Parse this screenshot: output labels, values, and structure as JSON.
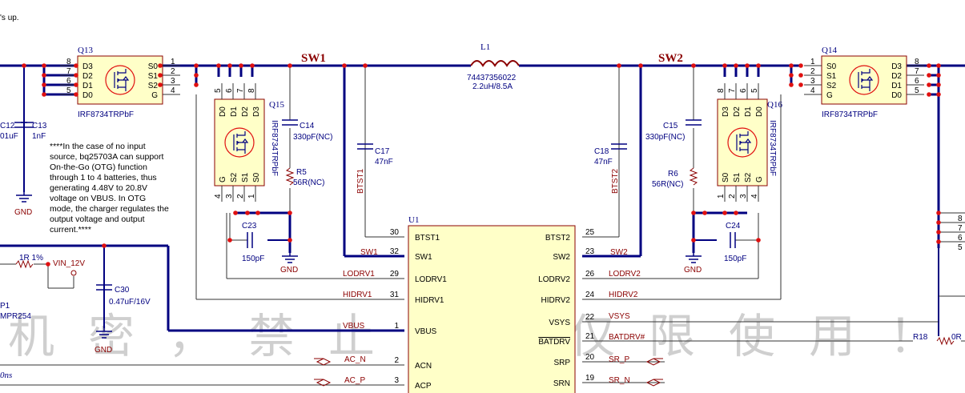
{
  "header_fragment": "'s up.",
  "colors": {
    "wire": "#000080",
    "pin_line": "#333333",
    "junction": "#e01010",
    "net_label": "#8b0000",
    "component_text": "#000080",
    "ic_fill": "#ffffc8",
    "ic_border": "#8b0000",
    "mosfet_fill": "#ffffc8",
    "watermark": "#cfcfcf"
  },
  "nets": {
    "sw1": "SW1",
    "sw2": "SW2",
    "btst1": "BTST1",
    "btst2": "BTST2",
    "lodrv1": "LODRV1",
    "hidrv1": "HIDRV1",
    "lodrv2": "LODRV2",
    "hidrv2": "HIDRV2",
    "vbus": "VBUS",
    "vsys": "VSYS",
    "batdrv": "BATDRV#",
    "ac_n": "AC_N",
    "ac_p": "AC_P",
    "sr_p": "SR_P",
    "sr_n": "SR_N",
    "vin": "VIN_12V",
    "sw1_small": "SW1",
    "sw2_small": "SW2"
  },
  "inductor": {
    "ref": "L1",
    "part": "74437356022",
    "value": "2.2uH/8.5A"
  },
  "ic": {
    "ref": "U1",
    "left_pins": [
      {
        "num": "30",
        "name": "BTST1"
      },
      {
        "num": "32",
        "name": "SW1"
      },
      {
        "num": "29",
        "name": "LODRV1"
      },
      {
        "num": "31",
        "name": "HIDRV1"
      },
      {
        "num": "1",
        "name": "VBUS"
      },
      {
        "num": "2",
        "name": "ACN"
      },
      {
        "num": "3",
        "name": "ACP"
      }
    ],
    "right_pins": [
      {
        "num": "25",
        "name": "BTST2"
      },
      {
        "num": "23",
        "name": "SW2"
      },
      {
        "num": "26",
        "name": "LODRV2"
      },
      {
        "num": "24",
        "name": "HIDRV2"
      },
      {
        "num": "22",
        "name": "VSYS"
      },
      {
        "num": "21",
        "name": "BATDRV"
      },
      {
        "num": "20",
        "name": "SRP"
      },
      {
        "num": "19",
        "name": "SRN"
      }
    ]
  },
  "mosfets": {
    "q13": {
      "ref": "Q13",
      "part": "IRF8734TRPbF",
      "left_pins": [
        {
          "num": "8",
          "name": "D3"
        },
        {
          "num": "7",
          "name": "D2"
        },
        {
          "num": "6",
          "name": "D1"
        },
        {
          "num": "5",
          "name": "D0"
        }
      ],
      "right_pins": [
        {
          "num": "1",
          "name": "S0"
        },
        {
          "num": "2",
          "name": "S1"
        },
        {
          "num": "3",
          "name": "S2"
        },
        {
          "num": "4",
          "name": "G"
        }
      ]
    },
    "q14": {
      "ref": "Q14",
      "part": "IRF8734TRPbF",
      "left_pins": [
        {
          "num": "1",
          "name": "S0"
        },
        {
          "num": "2",
          "name": "S1"
        },
        {
          "num": "3",
          "name": "S2"
        },
        {
          "num": "4",
          "name": "G"
        }
      ],
      "right_pins": [
        {
          "num": "8",
          "name": "D3"
        },
        {
          "num": "7",
          "name": "D2"
        },
        {
          "num": "6",
          "name": "D1"
        },
        {
          "num": "5",
          "name": "D0"
        }
      ]
    },
    "q15": {
      "ref": "Q15",
      "part": "IRF8734TRPbF",
      "top_pins": [
        {
          "num": "5",
          "name": "D0"
        },
        {
          "num": "6",
          "name": "D1"
        },
        {
          "num": "7",
          "name": "D2"
        },
        {
          "num": "8",
          "name": "D3"
        }
      ],
      "bottom_pins": [
        {
          "num": "4",
          "name": "G"
        },
        {
          "num": "3",
          "name": "S2"
        },
        {
          "num": "2",
          "name": "S1"
        },
        {
          "num": "1",
          "name": "S0"
        }
      ]
    },
    "q16": {
      "ref": "Q16",
      "part": "IRF8734TRPbF",
      "top_pins": [
        {
          "num": "8",
          "name": "D3"
        },
        {
          "num": "7",
          "name": "D2"
        },
        {
          "num": "6",
          "name": "D1"
        },
        {
          "num": "5",
          "name": "D0"
        }
      ],
      "bottom_pins": [
        {
          "num": "1",
          "name": "S0"
        },
        {
          "num": "2",
          "name": "S1"
        },
        {
          "num": "3",
          "name": "S2"
        },
        {
          "num": "4",
          "name": "G"
        }
      ]
    }
  },
  "capacitors": {
    "c12": {
      "ref": "C12",
      "value": "01uF"
    },
    "c13": {
      "ref": "C13",
      "value": "1nF"
    },
    "c14": {
      "ref": "C14",
      "value": "330pF(NC)"
    },
    "c15": {
      "ref": "C15",
      "value": "330pF(NC)"
    },
    "c17": {
      "ref": "C17",
      "value": "47nF"
    },
    "c18": {
      "ref": "C18",
      "value": "47nF"
    },
    "c23": {
      "ref": "C23",
      "value": "150pF"
    },
    "c24": {
      "ref": "C24",
      "value": "150pF"
    },
    "c30": {
      "ref": "C30",
      "value": "0.47uF/16V"
    }
  },
  "resistors": {
    "r5": {
      "ref": "R5",
      "value": "56R(NC)"
    },
    "r6": {
      "ref": "R6",
      "value": "56R(NC)"
    },
    "r18": {
      "ref": "R18",
      "value": "0R"
    },
    "r_left": {
      "value": "1R 1%"
    }
  },
  "grounds": {
    "label": "GND"
  },
  "note_lines": [
    "****In the case of no input",
    "source, bq25703A can support",
    "On-the-Go (OTG) function",
    "through 1 to 4 batteries, thus",
    "generating 4.48V to 20.8V",
    "voltage on VBUS. In OTG",
    "mode, the charger regulates the",
    "output voltage and output",
    "current.****"
  ],
  "left_edge": {
    "p1_ref": "P1",
    "p1_part": "MPR254",
    "bottom_frag": "0ns"
  },
  "right_edge": {
    "pins": [
      "8",
      "7",
      "6",
      "5"
    ]
  },
  "watermark": "机密，禁止外传仅限使用！"
}
